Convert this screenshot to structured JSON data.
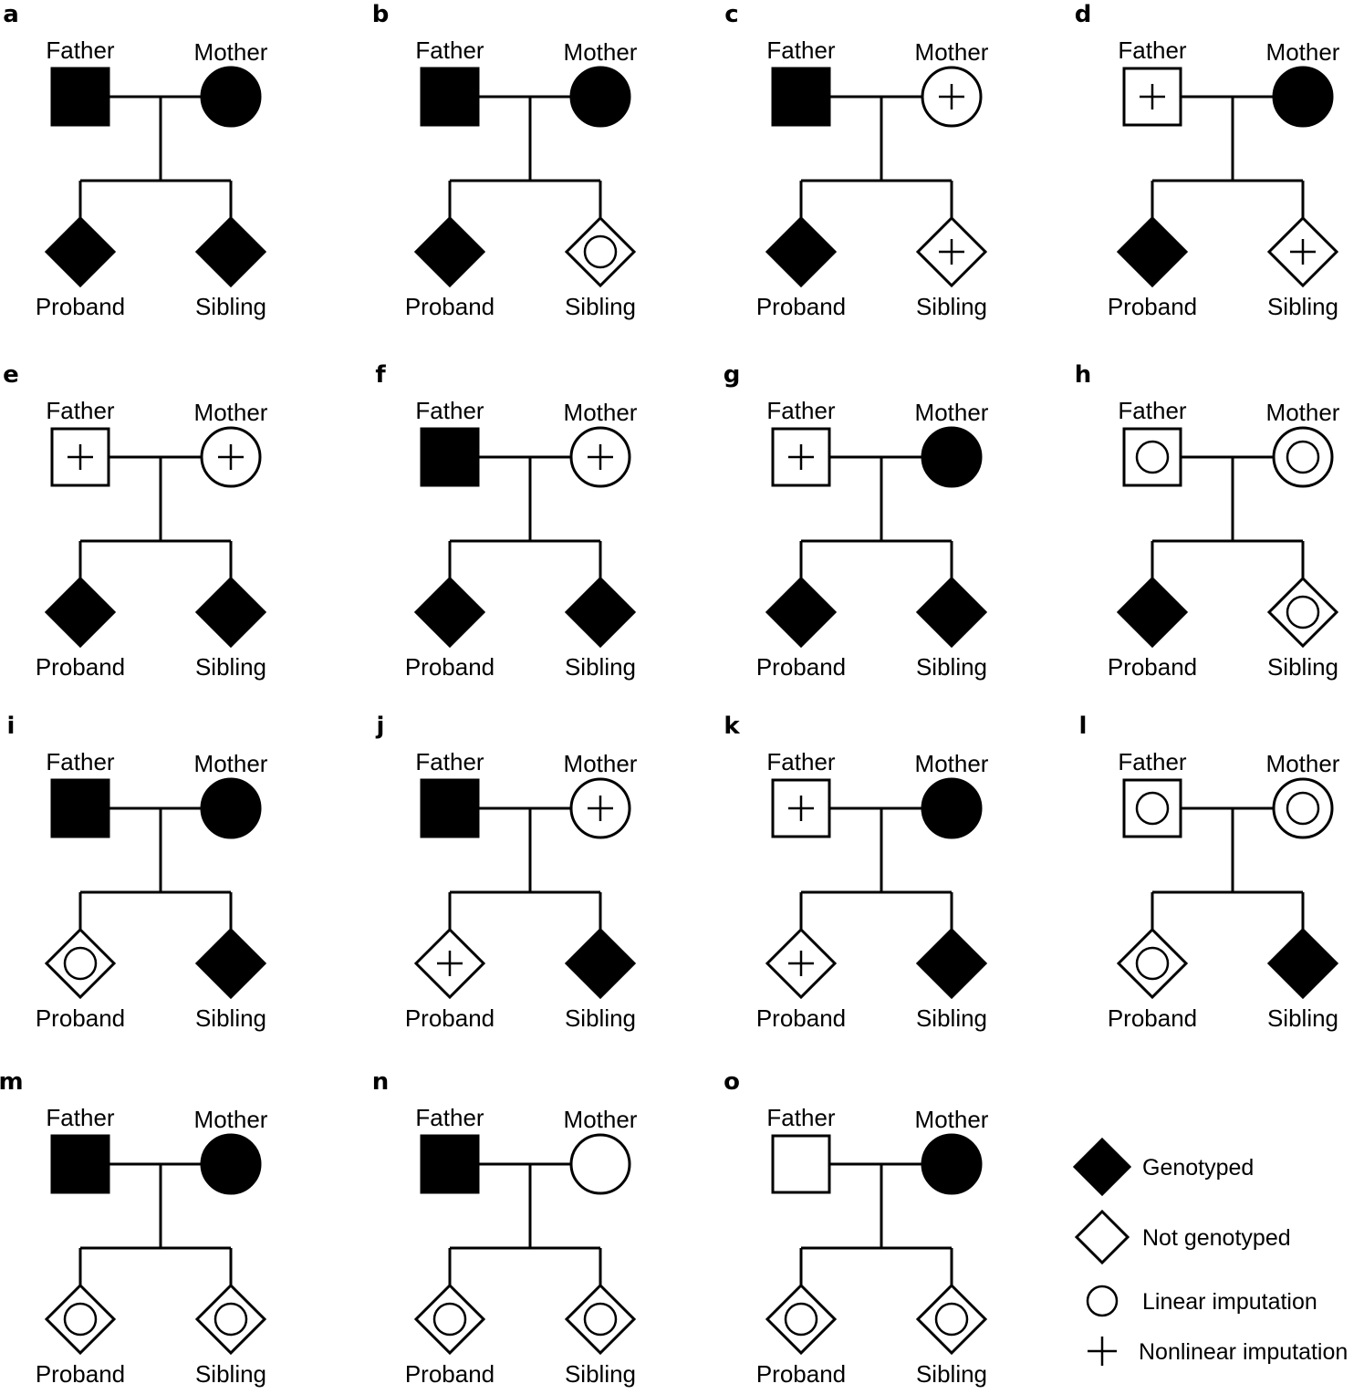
{
  "labels": {
    "father": "Father",
    "mother": "Mother",
    "proband": "Proband",
    "sibling": "Sibling"
  },
  "panels": [
    {
      "letter": "a",
      "father": "genotyped",
      "mother": "genotyped",
      "proband": "genotyped",
      "sibling": "genotyped"
    },
    {
      "letter": "b",
      "father": "genotyped",
      "mother": "genotyped",
      "proband": "genotyped",
      "sibling": "linear"
    },
    {
      "letter": "c",
      "father": "genotyped",
      "mother": "nonlinear",
      "proband": "genotyped",
      "sibling": "nonlinear"
    },
    {
      "letter": "d",
      "father": "nonlinear",
      "mother": "genotyped",
      "proband": "genotyped",
      "sibling": "nonlinear"
    },
    {
      "letter": "e",
      "father": "nonlinear",
      "mother": "nonlinear",
      "proband": "genotyped",
      "sibling": "genotyped"
    },
    {
      "letter": "f",
      "father": "genotyped",
      "mother": "nonlinear",
      "proband": "genotyped",
      "sibling": "genotyped"
    },
    {
      "letter": "g",
      "father": "nonlinear",
      "mother": "genotyped",
      "proband": "genotyped",
      "sibling": "genotyped"
    },
    {
      "letter": "h",
      "father": "linear",
      "mother": "linear",
      "proband": "genotyped",
      "sibling": "linear"
    },
    {
      "letter": "i",
      "father": "genotyped",
      "mother": "genotyped",
      "proband": "linear",
      "sibling": "genotyped"
    },
    {
      "letter": "j",
      "father": "genotyped",
      "mother": "nonlinear",
      "proband": "nonlinear",
      "sibling": "genotyped"
    },
    {
      "letter": "k",
      "father": "nonlinear",
      "mother": "genotyped",
      "proband": "nonlinear",
      "sibling": "genotyped"
    },
    {
      "letter": "l",
      "father": "linear",
      "mother": "linear",
      "proband": "linear",
      "sibling": "genotyped"
    },
    {
      "letter": "m",
      "father": "genotyped",
      "mother": "genotyped",
      "proband": "linear",
      "sibling": "linear"
    },
    {
      "letter": "n",
      "father": "genotyped",
      "mother": "not_genotyped",
      "proband": "linear",
      "sibling": "linear"
    },
    {
      "letter": "o",
      "father": "not_genotyped",
      "mother": "genotyped",
      "proband": "linear",
      "sibling": "linear"
    }
  ],
  "legend": [
    {
      "key": "genotyped",
      "label": "Genotyped"
    },
    {
      "key": "not_genotyped",
      "label": "Not genotyped"
    },
    {
      "key": "linear",
      "label": "Linear imputation"
    },
    {
      "key": "nonlinear",
      "label": "Nonlinear imputation"
    }
  ]
}
